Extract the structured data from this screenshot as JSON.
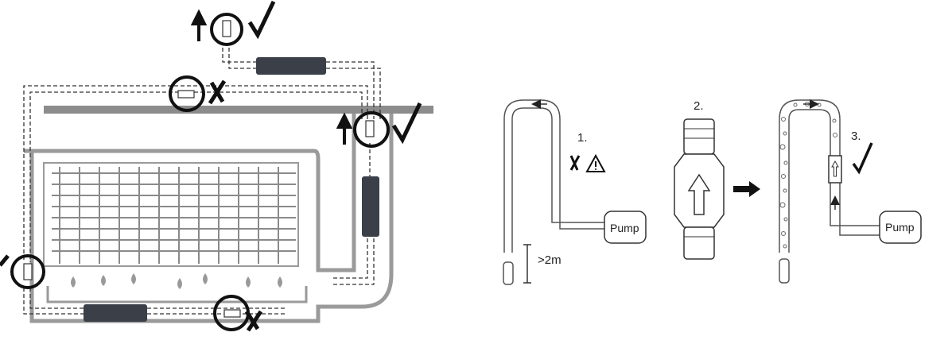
{
  "steps": {
    "step1": "1.",
    "step2": "2.",
    "step3": "3."
  },
  "labels": {
    "pump_left": "Pump",
    "pump_right": "Pump",
    "height": ">2m"
  },
  "marks": {
    "check": "✓",
    "cross": "✗",
    "warning": "⚠"
  }
}
